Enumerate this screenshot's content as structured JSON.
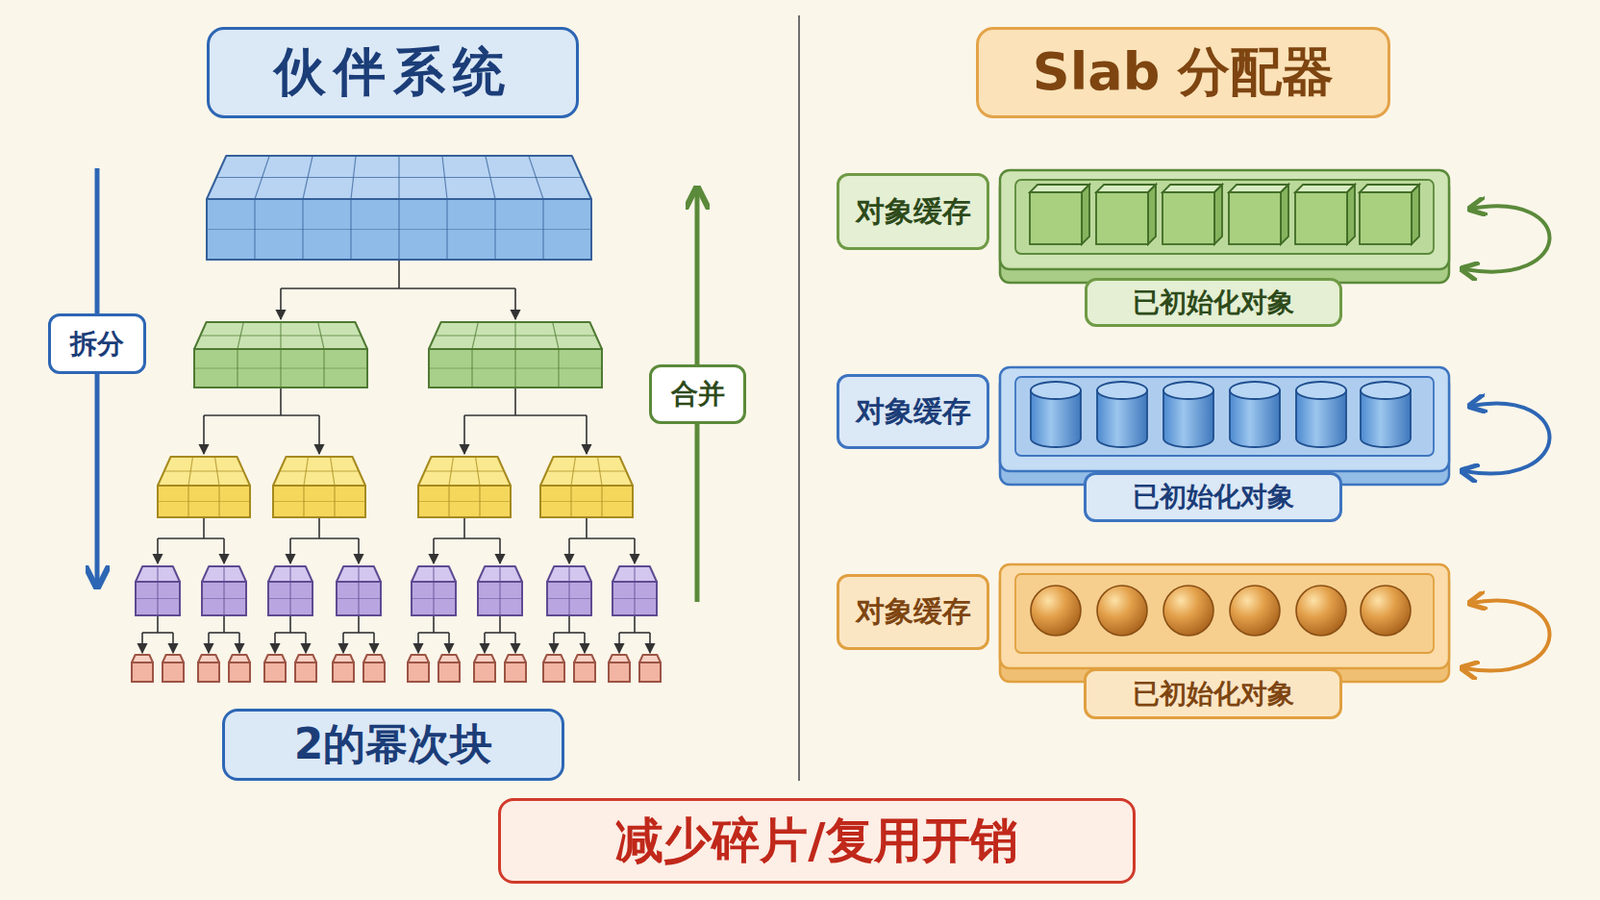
{
  "diagram": {
    "nodes": [
      {
        "text": [
          "伙伴系统"
        ]
      },
      {
        "text": [
          "拆分"
        ]
      },
      {
        "text": [
          "合并"
        ]
      },
      {
        "text": [
          "2的幂次块"
        ]
      },
      {
        "text": [
          "Slab 分配器"
        ]
      },
      {
        "text": [
          "对象缓存"
        ]
      },
      {
        "text": [
          "已初始化对象"
        ]
      },
      {
        "text": [
          "对象缓存"
        ]
      },
      {
        "text": [
          "已初始化对象"
        ]
      },
      {
        "text": [
          "对象缓存"
        ]
      },
      {
        "text": [
          "已初始化对象"
        ]
      },
      {
        "text": [
          "减少碎片/复用开销"
        ]
      }
    ]
  }
}
